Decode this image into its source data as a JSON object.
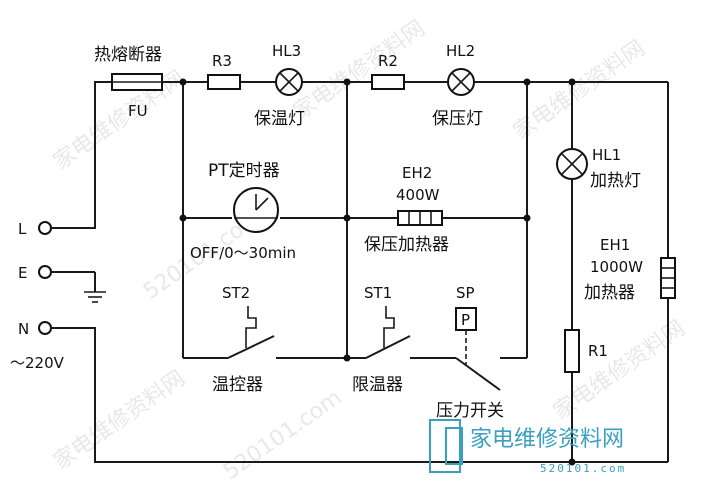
{
  "labels": {
    "fuse_name": "热熔断器",
    "fuse_ref": "FU",
    "r3": "R3",
    "hl3": "HL3",
    "hl3_name": "保温灯",
    "r2": "R2",
    "hl2": "HL2",
    "hl2_name": "保压灯",
    "hl1": "HL1",
    "hl1_name": "加热灯",
    "timer_name": "PT定时器",
    "timer_range": "OFF/0～30min",
    "eh2": "EH2",
    "eh2_power": "400W",
    "eh2_name": "保压加热器",
    "eh1": "EH1",
    "eh1_power": "1000W",
    "eh1_name": "加热器",
    "st2": "ST2",
    "st2_name": "温控器",
    "st1": "ST1",
    "st1_name": "限温器",
    "sp": "SP",
    "sp_box": "P",
    "sp_name": "压力开关",
    "r1": "R1",
    "term_l": "L",
    "term_e": "E",
    "term_n": "N",
    "voltage": "～220V"
  },
  "watermark": {
    "text_a": "家电维修资料网",
    "text_b": "520101.com",
    "logo_text": "家电维修资料网",
    "logo_url": "520101.com"
  }
}
